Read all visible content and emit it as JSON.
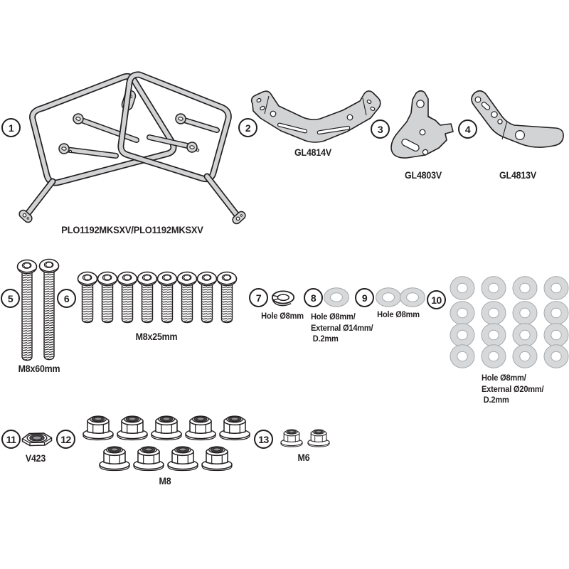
{
  "parts": [
    {
      "number": "1",
      "code": "PLO1192MKSXV/PLO1192MKSXV",
      "quantity": 2,
      "name": "side-case-holder-frames"
    },
    {
      "number": "2",
      "code": "GL4814V",
      "quantity": 1,
      "name": "front-v-bracket"
    },
    {
      "number": "3",
      "code": "GL4803V",
      "quantity": 1,
      "name": "side-plate-bracket"
    },
    {
      "number": "4",
      "code": "GL4813V",
      "quantity": 1,
      "name": "bent-arm-bracket"
    },
    {
      "number": "5",
      "code": "M8x60mm",
      "quantity": 2,
      "name": "button-head-screws-long"
    },
    {
      "number": "6",
      "code": "M8x25mm",
      "quantity": 8,
      "name": "button-head-screws-short"
    },
    {
      "number": "7",
      "spec": "Hole Ø8mm",
      "quantity": 1,
      "name": "spring-washer"
    },
    {
      "number": "8",
      "spec_lines": [
        "Hole Ø8mm/",
        "External Ø14mm/",
        "D.2mm"
      ],
      "quantity": 1,
      "name": "flat-washer-d14"
    },
    {
      "number": "9",
      "spec": "Hole Ø8mm",
      "quantity": 2,
      "name": "flat-washers-d8"
    },
    {
      "number": "10",
      "spec_lines": [
        "Hole Ø8mm/",
        "External Ø20mm/",
        "D.2mm"
      ],
      "quantity": 16,
      "name": "flat-washers-d20"
    },
    {
      "number": "11",
      "code": "V423",
      "quantity": 1,
      "name": "thin-hex-nut"
    },
    {
      "number": "12",
      "code": "M8",
      "quantity": 9,
      "name": "flange-lock-nuts-m8"
    },
    {
      "number": "13",
      "code": "M6",
      "quantity": 2,
      "name": "flange-lock-nuts-m6"
    }
  ],
  "colors": {
    "outline": "#231f20",
    "part_fill": "#d1d3d4",
    "washer_fill": "#d7d8d9",
    "insert_dark": "#4a4b4d",
    "insert_mid": "#939598",
    "background": "#ffffff"
  }
}
